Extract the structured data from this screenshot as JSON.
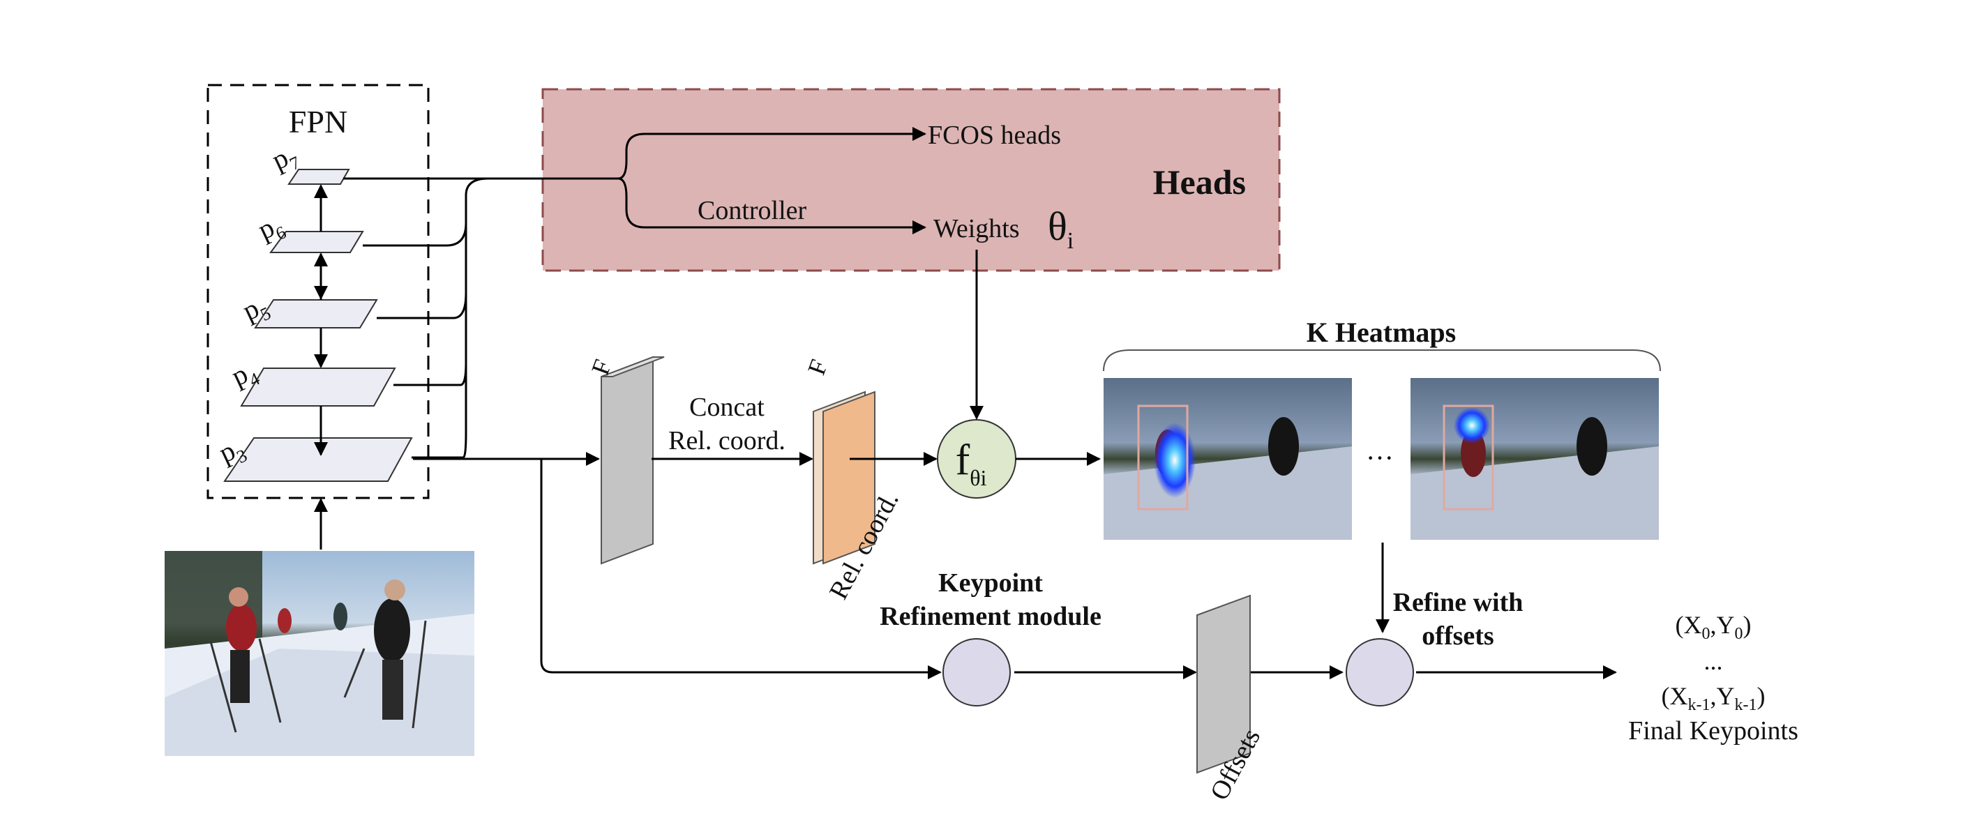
{
  "fpn": {
    "title": "FPN",
    "levels": [
      {
        "base": "p",
        "sub": "7"
      },
      {
        "base": "p",
        "sub": "6"
      },
      {
        "base": "p",
        "sub": "5"
      },
      {
        "base": "p",
        "sub": "4"
      },
      {
        "base": "p",
        "sub": "3"
      }
    ]
  },
  "heads": {
    "title": "Heads",
    "fcos_label": "FCOS heads",
    "controller_label": "Controller",
    "weights_label": "Weights",
    "theta_symbol": "θ",
    "theta_sub": "i"
  },
  "feature_F": "F",
  "concat_label_1": "Concat",
  "concat_label_2": "Rel. coord.",
  "concat_F": "F",
  "rel_coord_label": "Rel. coord.",
  "dynamic_head": {
    "symbol": "f",
    "sub": "θi"
  },
  "heatmaps": {
    "title": "K Heatmaps",
    "ellipsis": "···"
  },
  "refinement": {
    "line1": "Keypoint",
    "line2": "Refinement module"
  },
  "offsets_label": "Offsets",
  "refine": {
    "line1": "Refine with",
    "line2": "offsets"
  },
  "output": {
    "first": {
      "xbase": "X",
      "xsub": "0",
      "ybase": "Y",
      "ysub": "0"
    },
    "dots": "...",
    "last": {
      "xbase": "X",
      "xsub": "k-1",
      "ybase": "Y",
      "ysub": "k-1"
    },
    "label": "Final Keypoints"
  },
  "colors": {
    "heads_fill": "#dcb4b4",
    "heads_border": "#8e4a4a",
    "fpn_plane": "#ececf4",
    "feature_map": "#c4c4c4",
    "concat_map": "#efb98c",
    "dynamic_circle": "#dde8cc",
    "module_circle": "#dcdaea"
  }
}
